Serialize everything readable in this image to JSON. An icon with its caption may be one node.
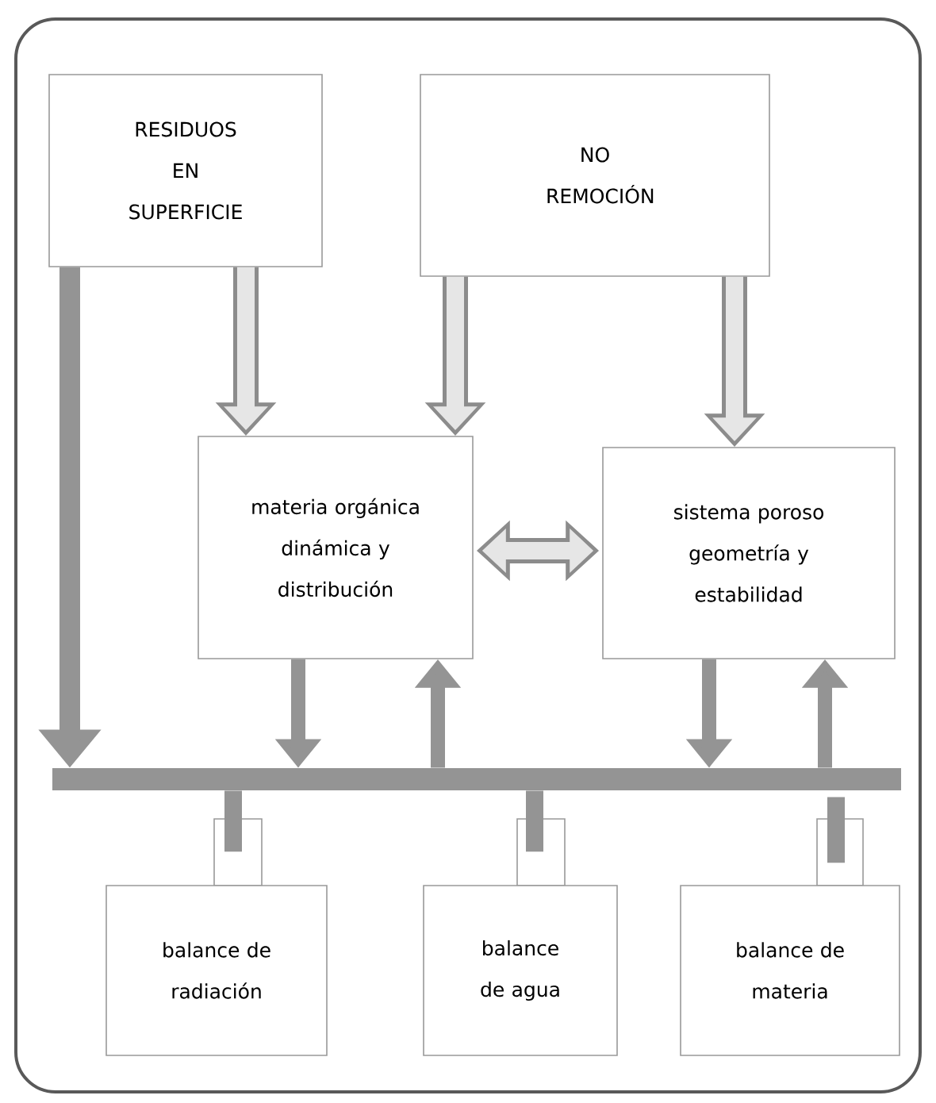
{
  "diagram": {
    "nodes": [
      {
        "text": [
          "RESIDUOS EN SUPERFICIE"
        ]
      },
      {
        "text": [
          "NO REMOCIÓN"
        ]
      },
      {
        "text": [
          "materia orgánica dinámica y distribución"
        ]
      },
      {
        "text": [
          "sistema poroso geometría y estabilidad"
        ]
      },
      {
        "text": [],
        "shape": "bar"
      },
      {
        "text": [
          "balance de radiación"
        ]
      },
      {
        "text": [
          "balance de agua"
        ]
      },
      {
        "text": [
          "balance de materia"
        ]
      }
    ],
    "edges": [
      {
        "from": 0,
        "to": 4,
        "arrow": "to"
      },
      {
        "from": 0,
        "to": 2,
        "arrow": "to",
        "color": "#e6e6e6"
      },
      {
        "from": 1,
        "to": 2,
        "arrow": "to",
        "color": "#e6e6e6"
      },
      {
        "from": 1,
        "to": 3,
        "arrow": "to",
        "color": "#e6e6e6"
      },
      {
        "from": 2,
        "to": 3,
        "arrow": "both",
        "color": "#e6e6e6"
      },
      {
        "from": 2,
        "to": 4,
        "arrow": "to"
      },
      {
        "from": 4,
        "to": 2,
        "arrow": "to"
      },
      {
        "from": 3,
        "to": 4,
        "arrow": "to"
      },
      {
        "from": 4,
        "to": 3,
        "arrow": "to"
      },
      {
        "from": 4,
        "to": 5,
        "arrow": "none"
      },
      {
        "from": 4,
        "to": 6,
        "arrow": "none"
      },
      {
        "from": 7,
        "to": 4,
        "arrow": "none"
      }
    ]
  }
}
